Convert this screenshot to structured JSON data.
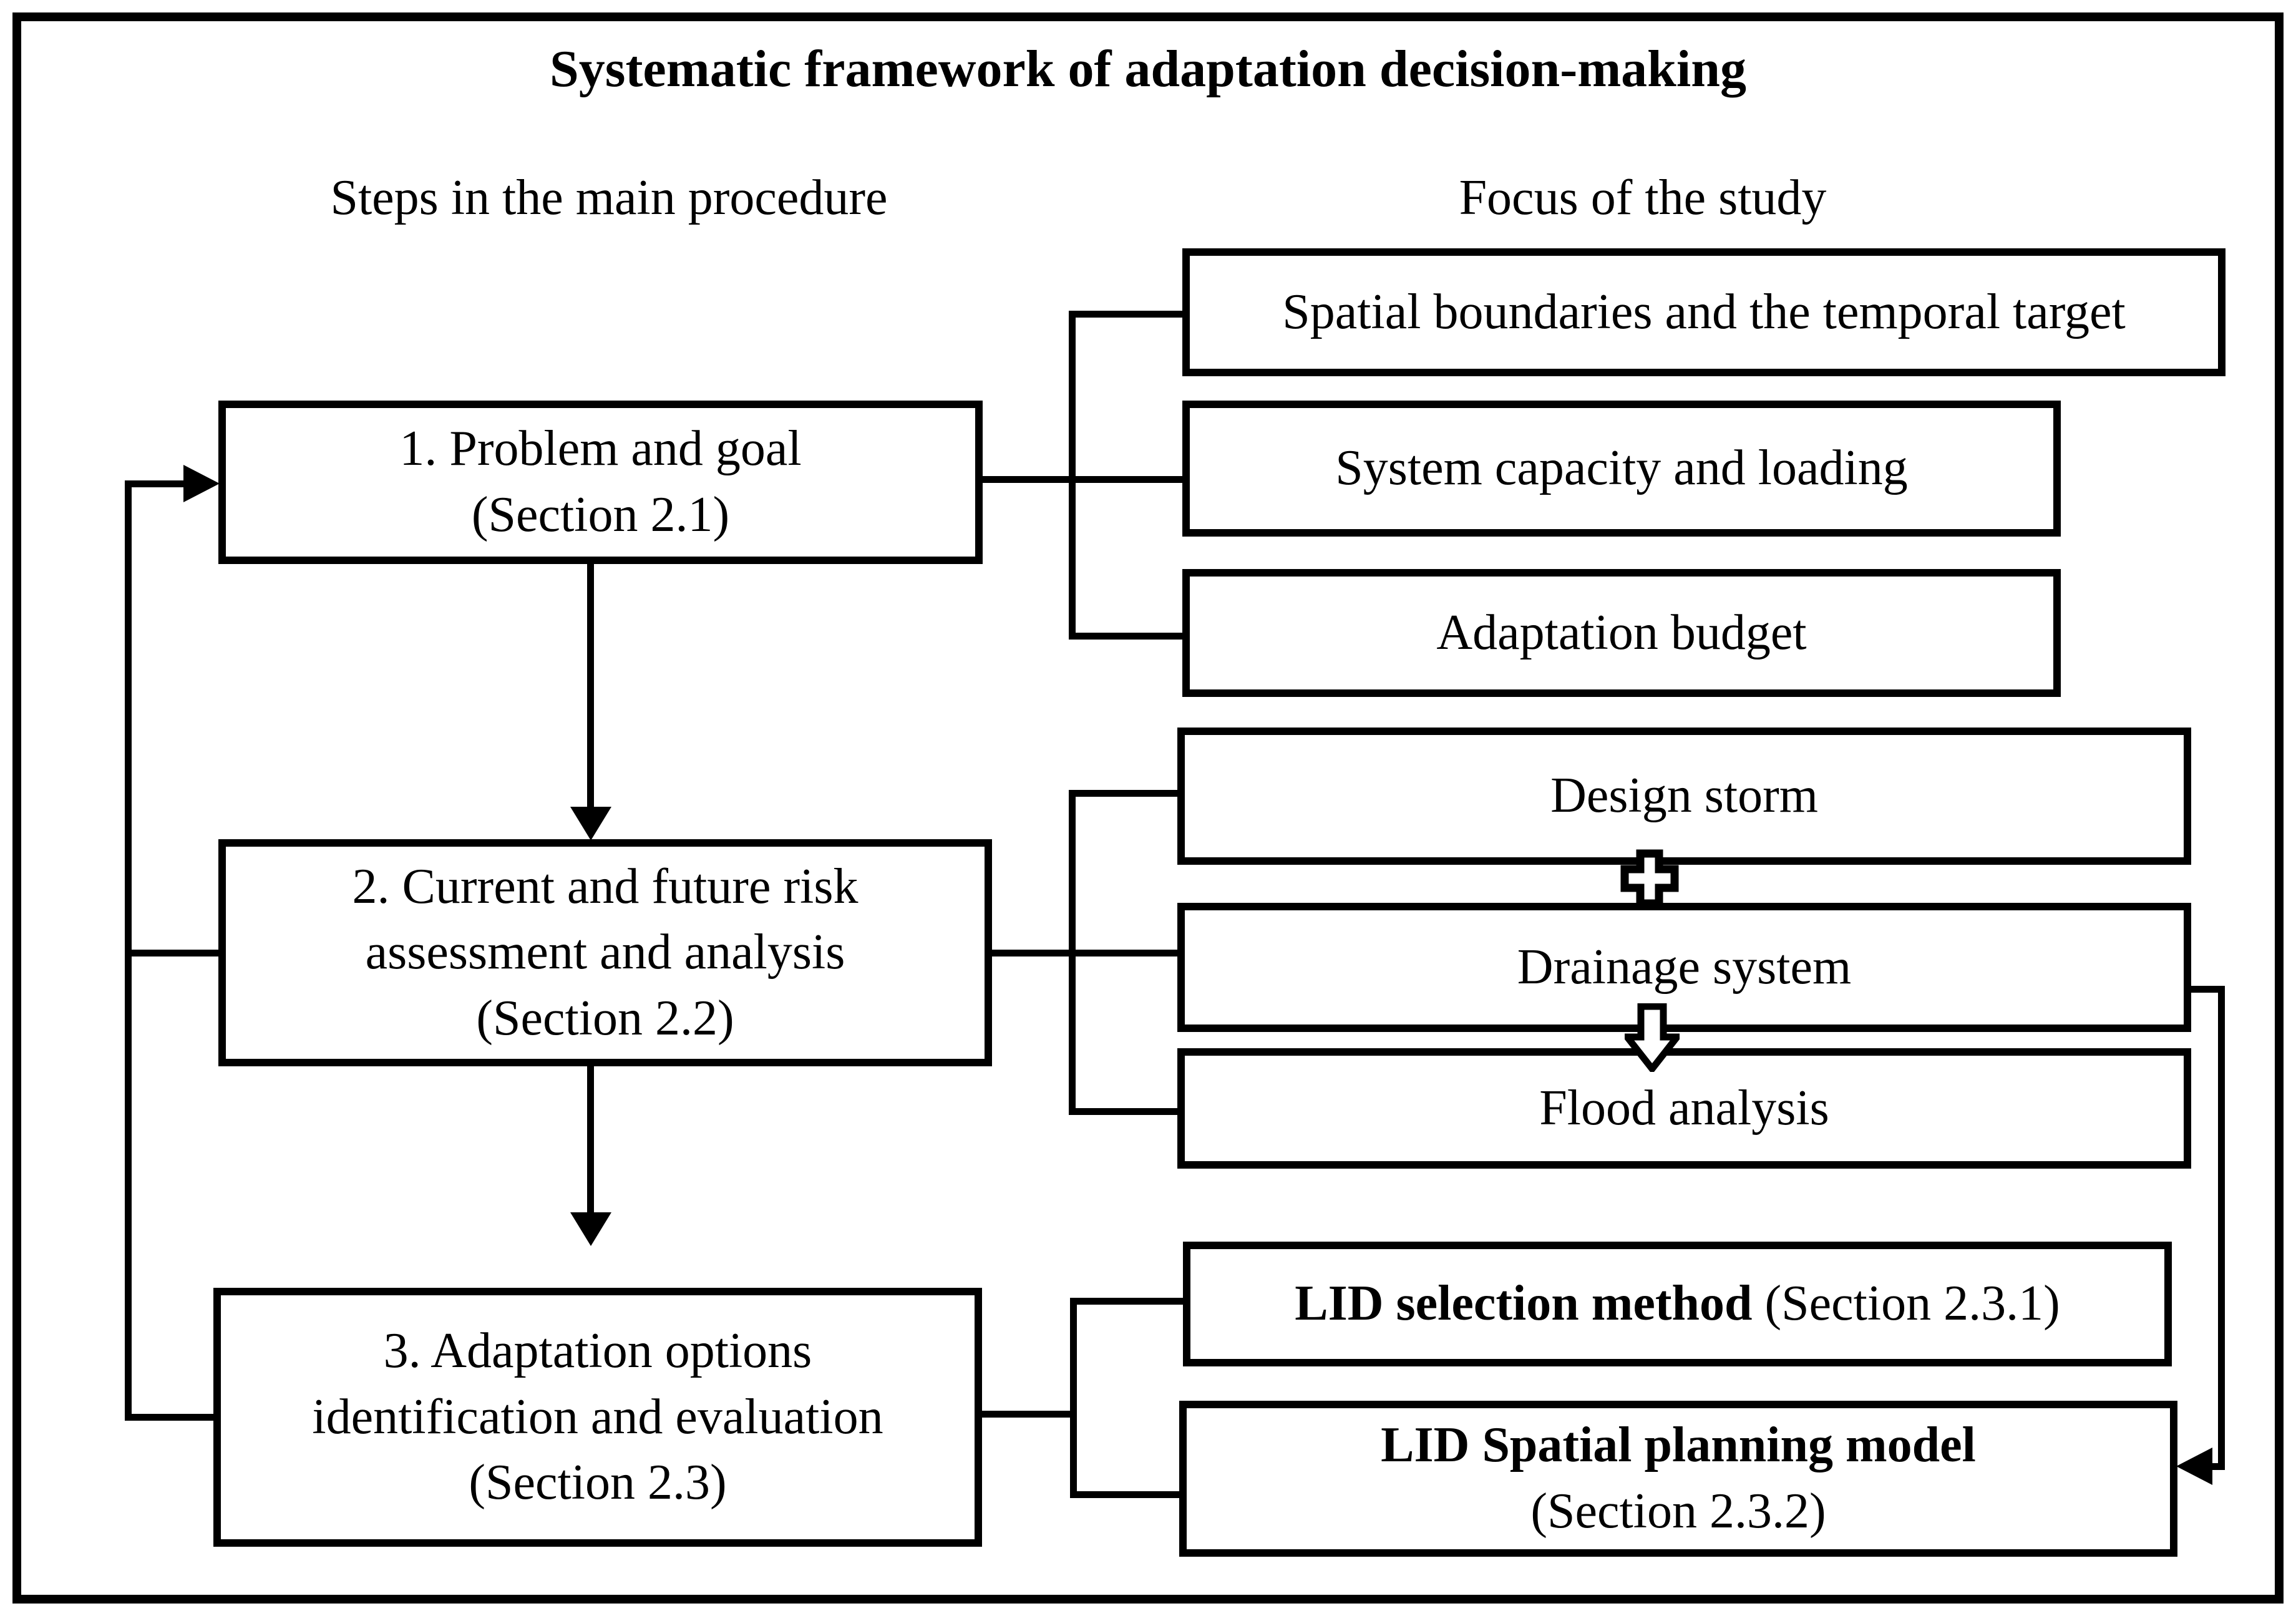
{
  "title": "Systematic framework of adaptation decision-making",
  "column_headers": {
    "left": "Steps in the main procedure",
    "right": "Focus of the study"
  },
  "steps": [
    {
      "line1": "1. Problem and goal",
      "line2": "(Section 2.1)"
    },
    {
      "line1": "2. Current and future risk",
      "line2": "assessment and analysis",
      "line3": "(Section 2.2)"
    },
    {
      "line1": "3. Adaptation options",
      "line2": "identification and evaluation",
      "line3": "(Section 2.3)"
    }
  ],
  "focus_boxes": {
    "spatial": "Spatial boundaries and the temporal target",
    "capacity": "System capacity and loading",
    "budget": "Adaptation budget",
    "design_storm": "Design storm",
    "drainage": "Drainage system",
    "flood": "Flood analysis",
    "lid_selection_bold": "LID selection method",
    "lid_selection_rest": " (Section 2.3.1)",
    "lid_spatial_bold": "LID Spatial planning model",
    "lid_spatial_rest": "(Section 2.3.2)"
  },
  "icons": {
    "plus": "plus-icon",
    "down_arrow": "hollow-down-arrow-icon"
  },
  "colors": {
    "line": "#000000",
    "background": "#ffffff"
  }
}
